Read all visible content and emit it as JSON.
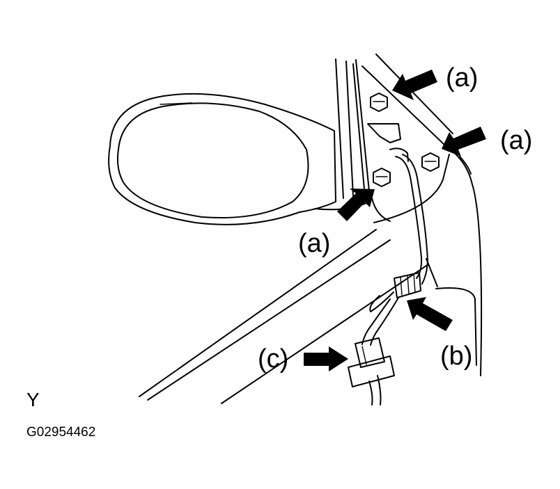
{
  "labels": {
    "callout_a_1": "(a)",
    "callout_a_2": "(a)",
    "callout_a_3": "(a)",
    "callout_b": "(b)",
    "callout_c": "(c)",
    "view_label": "Y",
    "figure_id": "G02954462"
  },
  "colors": {
    "ink": "#000000",
    "paper": "#ffffff"
  }
}
